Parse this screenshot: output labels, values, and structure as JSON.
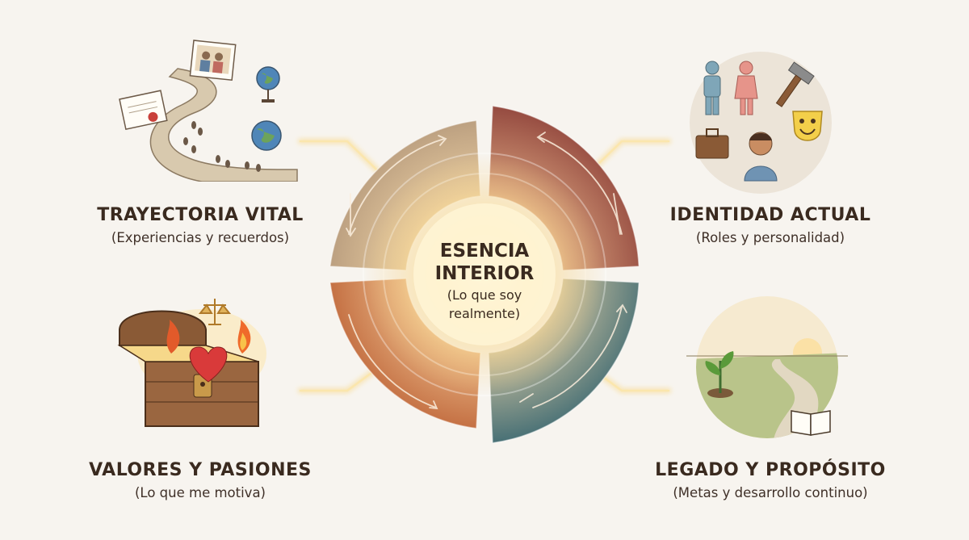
{
  "center": {
    "title_line1": "ESENCIA",
    "title_line2": "INTERIOR",
    "sub_line1": "(Lo que soy",
    "sub_line2": "realmente)"
  },
  "quadrants": {
    "top_left": {
      "title": "TRAYECTORIA VITAL",
      "subtitle": "(Experiencias y recuerdos)",
      "color": "#b89878"
    },
    "top_right": {
      "title": "IDENTIDAD ACTUAL",
      "subtitle": "(Roles y personalidad)",
      "color": "#9a5448"
    },
    "bottom_left": {
      "title": "VALORES Y PASIONES",
      "subtitle": "(Lo que me motiva)",
      "color": "#c46a3c"
    },
    "bottom_right": {
      "title": "LEGADO Y PROPÓSITO",
      "subtitle": "(Metas y desarrollo continuo)",
      "color": "#4e7478"
    }
  },
  "icons": {
    "top_left": [
      "family-photo-icon",
      "certificate-icon",
      "winding-path-icon",
      "footprints-icon",
      "globe-icon",
      "earth-icon"
    ],
    "top_right": [
      "man-icon",
      "woman-icon",
      "hammer-icon",
      "briefcase-icon",
      "person-icon",
      "theater-mask-icon"
    ],
    "bottom_left": [
      "treasure-chest-icon",
      "scales-icon",
      "flame-icon",
      "heart-icon"
    ],
    "bottom_right": [
      "sprout-icon",
      "road-icon",
      "sunrise-icon",
      "book-icon"
    ]
  }
}
